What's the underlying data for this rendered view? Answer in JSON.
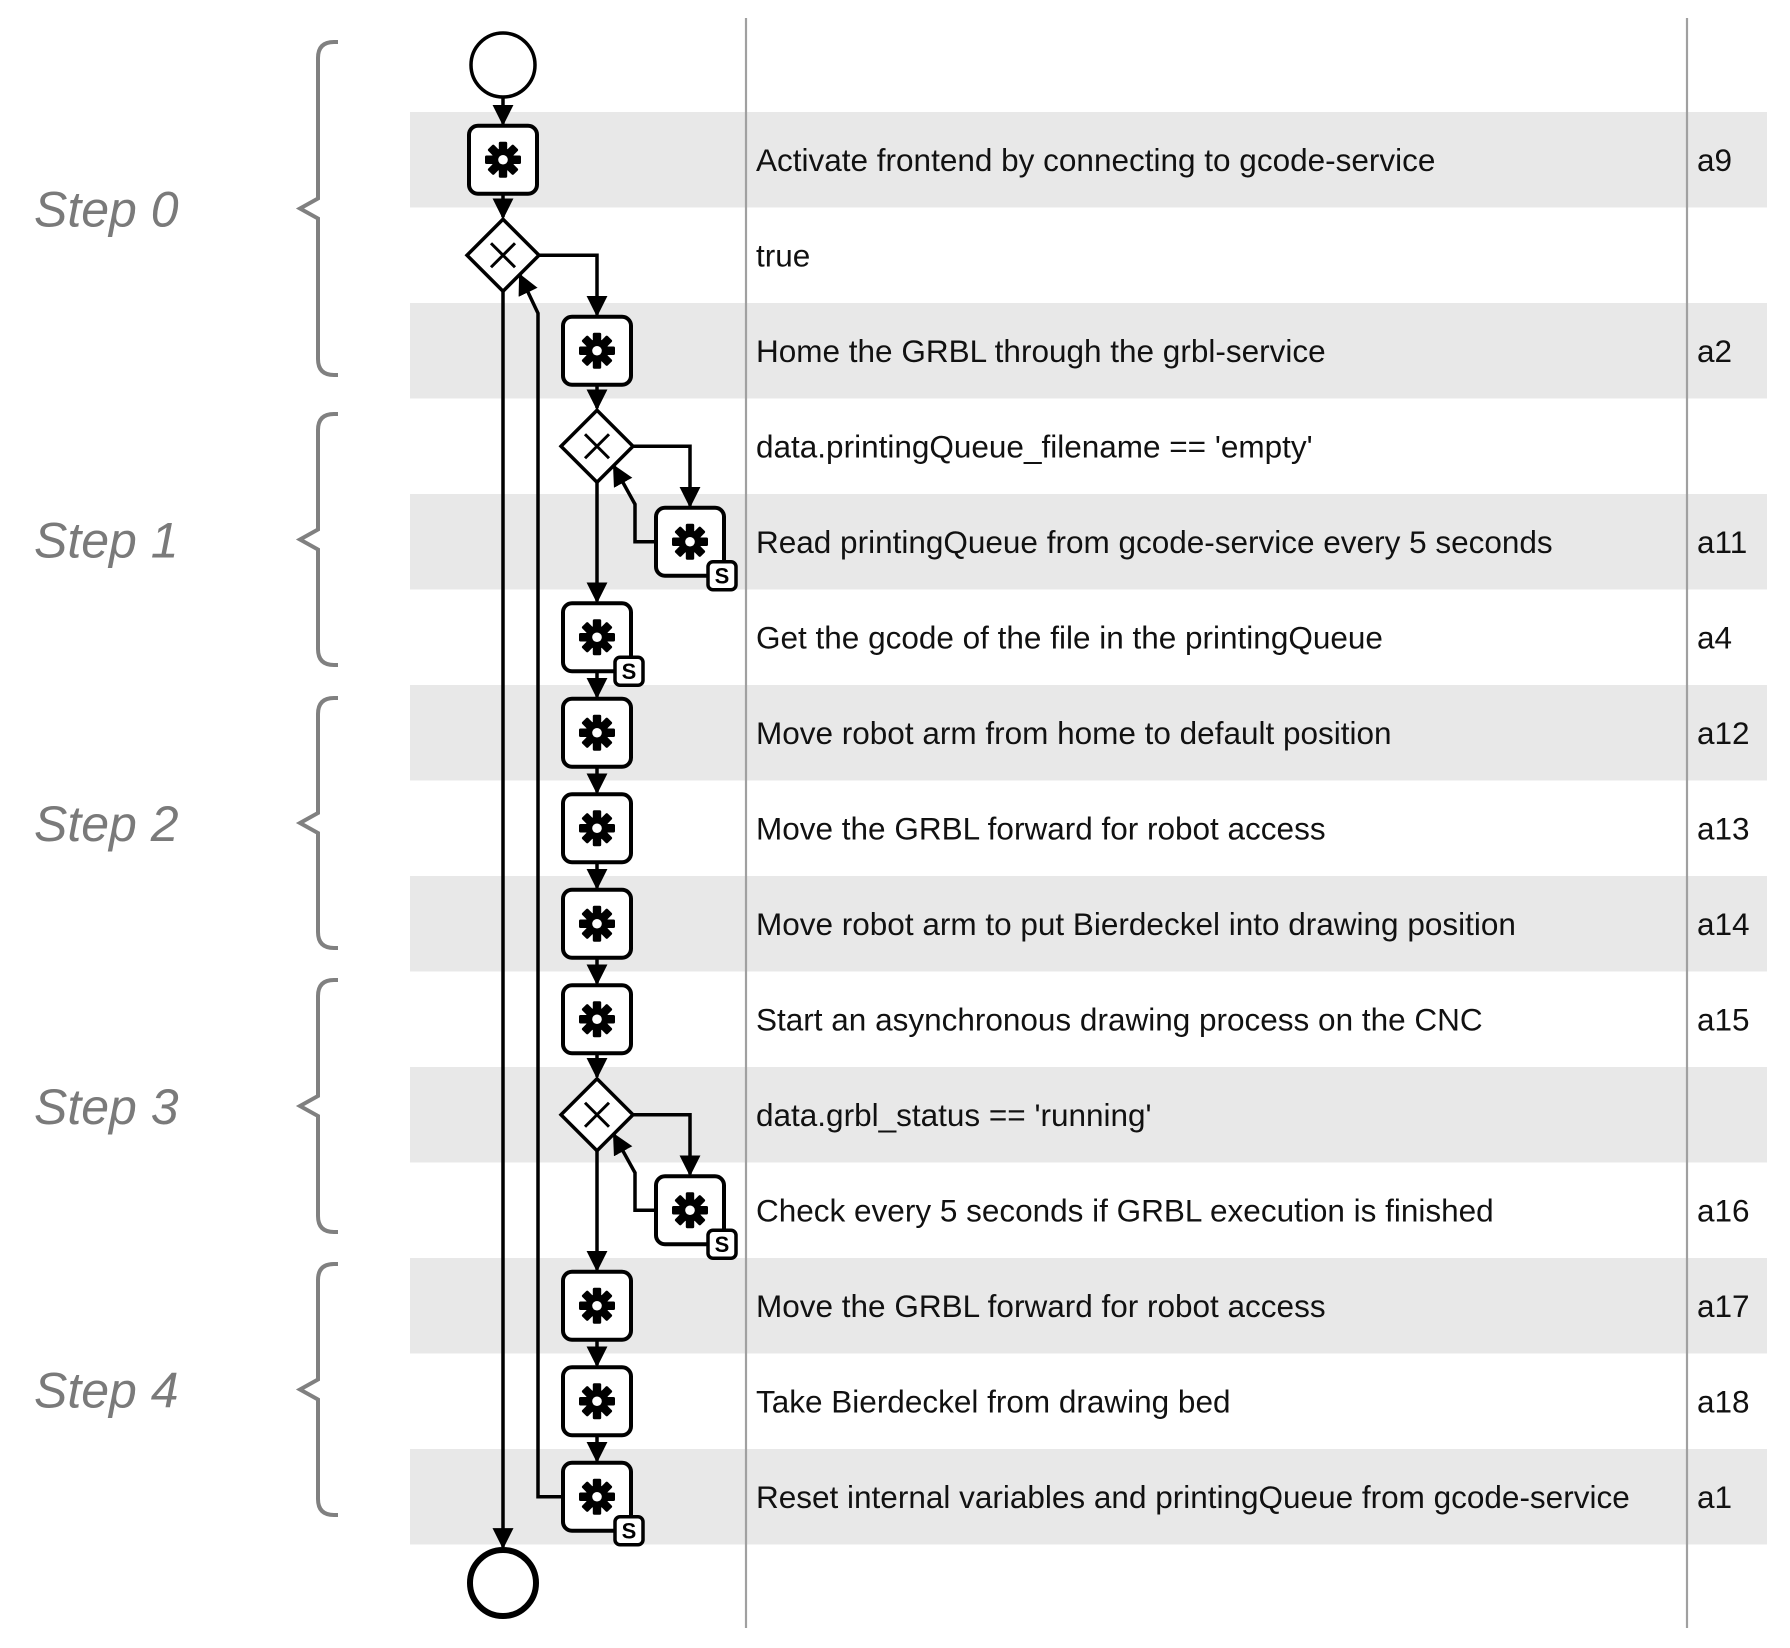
{
  "colors": {
    "band": "#e8e8e8",
    "line": "#000000",
    "bracket": "#808080",
    "step_text": "#7a7a7a",
    "divider": "#a0a0a0"
  },
  "steps": [
    "Step 0",
    "Step 1",
    "Step 2",
    "Step 3",
    "Step 4"
  ],
  "rows": [
    {
      "text": "Activate frontend by connecting to gcode-service",
      "id": "a9",
      "shaded": true,
      "node": "task"
    },
    {
      "text": "true",
      "id": "",
      "shaded": false,
      "node": "gateway"
    },
    {
      "text": "Home the GRBL through the grbl-service",
      "id": "a2",
      "shaded": true,
      "node": "task"
    },
    {
      "text": "data.printingQueue_filename == 'empty'",
      "id": "",
      "shaded": false,
      "node": "gateway"
    },
    {
      "text": "Read printingQueue from gcode-service every 5 seconds",
      "id": "a11",
      "shaded": true,
      "node": "script-task"
    },
    {
      "text": "Get the gcode of the file in the printingQueue",
      "id": "a4",
      "shaded": false,
      "node": "script-task"
    },
    {
      "text": "Move robot arm from home to default position",
      "id": "a12",
      "shaded": true,
      "node": "task"
    },
    {
      "text": "Move the GRBL forward for robot access",
      "id": "a13",
      "shaded": false,
      "node": "task"
    },
    {
      "text": "Move robot arm to put Bierdeckel into drawing position",
      "id": "a14",
      "shaded": true,
      "node": "task"
    },
    {
      "text": "Start an asynchronous drawing process on the CNC",
      "id": "a15",
      "shaded": false,
      "node": "task"
    },
    {
      "text": "data.grbl_status == 'running'",
      "id": "",
      "shaded": true,
      "node": "gateway"
    },
    {
      "text": "Check every 5 seconds if GRBL execution is finished",
      "id": "a16",
      "shaded": false,
      "node": "script-task"
    },
    {
      "text": "Move the GRBL forward for robot access",
      "id": "a17",
      "shaded": true,
      "node": "task"
    },
    {
      "text": "Take Bierdeckel from drawing bed",
      "id": "a18",
      "shaded": false,
      "node": "task"
    },
    {
      "text": "Reset internal variables and printingQueue from gcode-service",
      "id": "a1",
      "shaded": true,
      "node": "script-task"
    }
  ],
  "badge_label": "S",
  "nodes": {
    "start": "start-event",
    "end": "end-event",
    "task_icon": "gear-icon",
    "gateway_icon": "exclusive-gateway-x-icon"
  }
}
